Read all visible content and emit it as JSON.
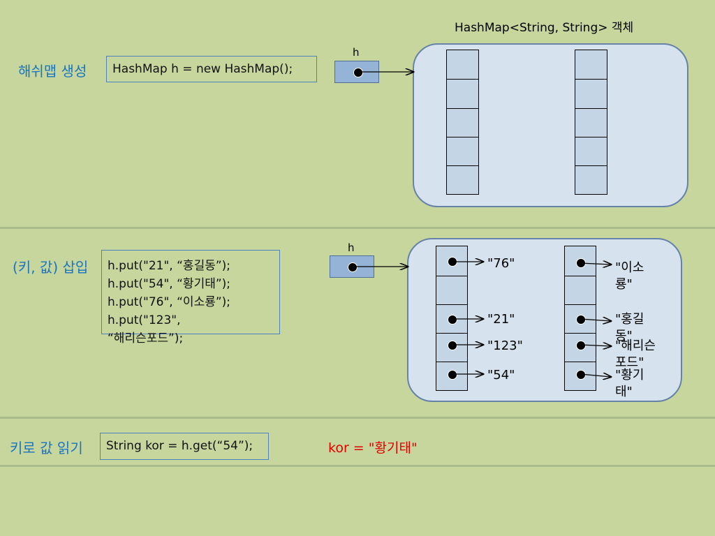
{
  "caption": "HashMap<String, String> 객체",
  "section1": {
    "label": "해쉬맵 생성",
    "code": "HashMap h = new HashMap();",
    "ref_label": "h"
  },
  "section2": {
    "label": "(키, 값) 삽입",
    "code_lines": [
      "h.put(\"21\", “홍길동”);",
      "h.put(\"54\", “황기태”);",
      "h.put(\"76\", “이소룡”);",
      "h.put(\"123\",",
      "“해리슨포드”);"
    ],
    "ref_label": "h",
    "keys": [
      "\"76\"",
      "\"21\"",
      "\"123\"",
      "\"54\""
    ],
    "values": [
      {
        "line1": "\"이소",
        "line2": "룡\""
      },
      {
        "line1": "\"홍길",
        "line2": "동\""
      },
      {
        "line1": "\"해리슨",
        "line2": "포드\""
      },
      {
        "line1": "\"황기",
        "line2": "태\""
      }
    ]
  },
  "section3": {
    "label": "키로 값 읽기",
    "code": "String kor = h.get(“54”);",
    "result": "kor = \"황기태\""
  },
  "colors": {
    "background": "#c6d69c",
    "label": "#1a74c0",
    "result": "#e00000",
    "container": "#d6e2ed",
    "cell": "#c4d5e6"
  }
}
